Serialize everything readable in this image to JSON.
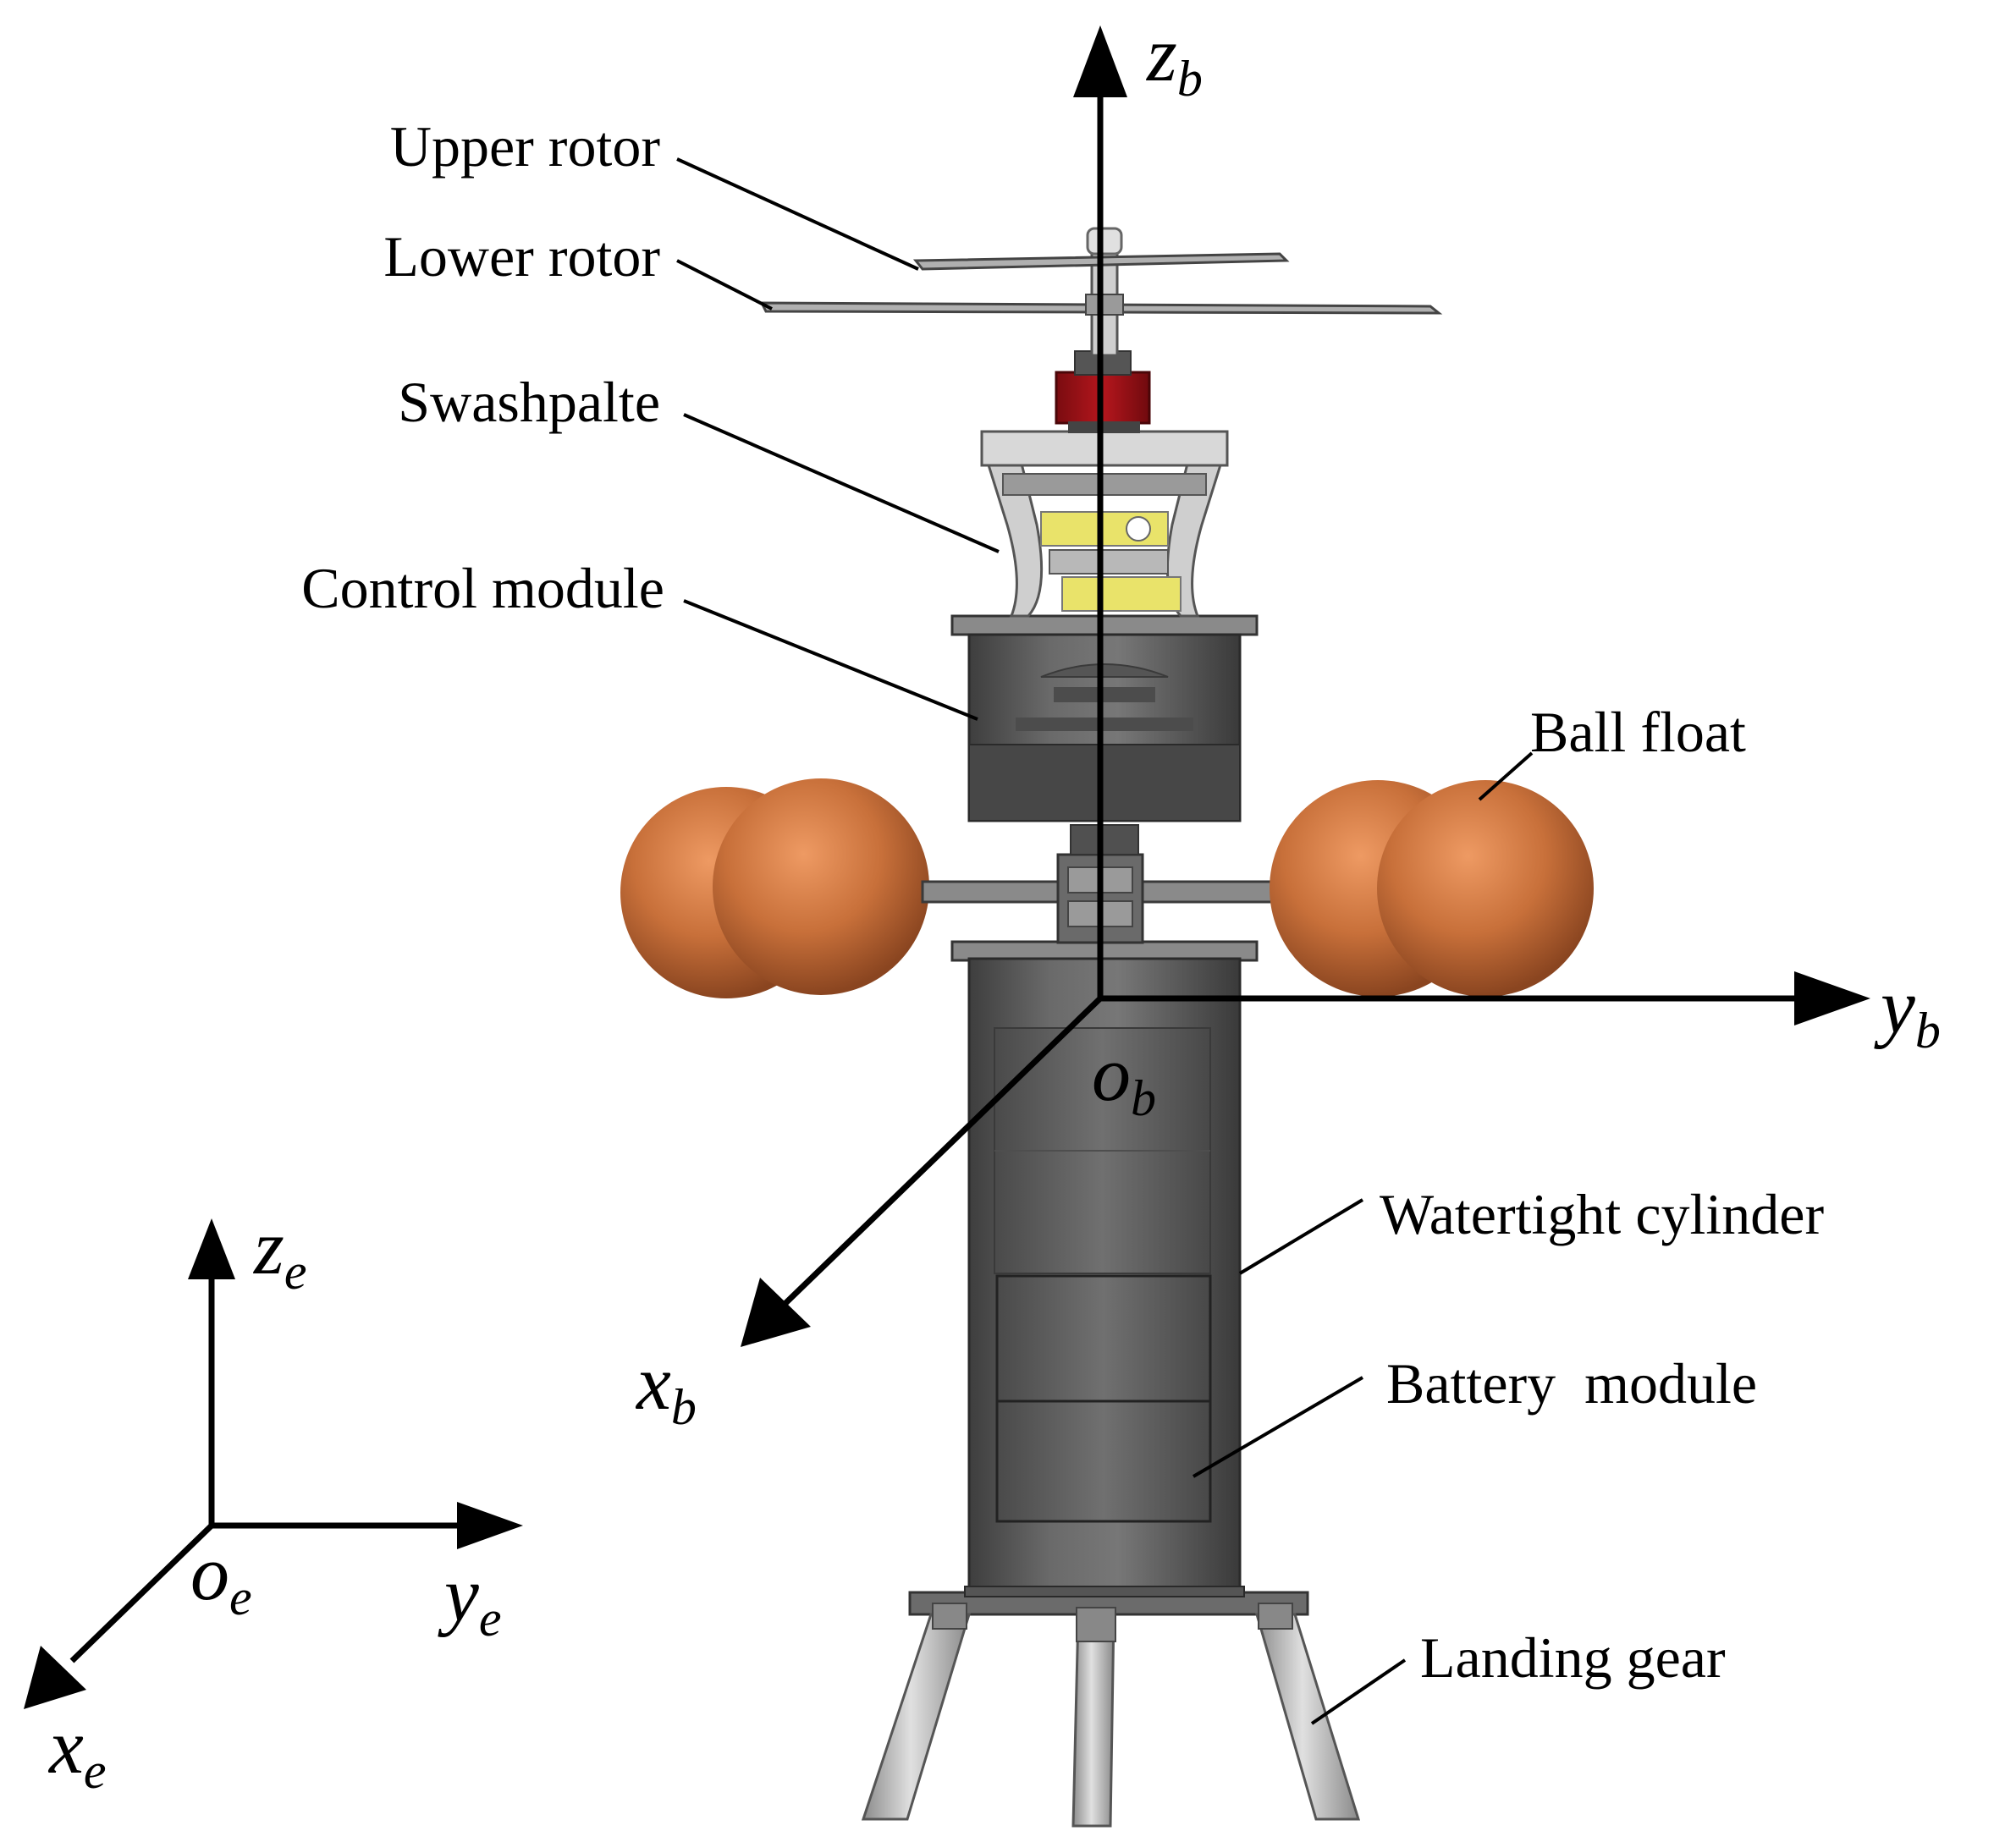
{
  "labels": {
    "upper_rotor": "Upper rotor",
    "lower_rotor": "Lower rotor",
    "swashplate": "Swashpalte",
    "control_module": "Control module",
    "ball_float": "Ball float",
    "watertight_cylinder": "Watertight cylinder",
    "battery_module": "Battery  module",
    "landing_gear": "Landing gear"
  },
  "body_frame": {
    "z_main": "z",
    "z_sub": "b",
    "y_main": "y",
    "y_sub": "b",
    "x_main": "x",
    "x_sub": "b",
    "o_main": "o",
    "o_sub": "b"
  },
  "earth_frame": {
    "z_main": "z",
    "z_sub": "e",
    "y_main": "y",
    "y_sub": "e",
    "x_main": "x",
    "x_sub": "e",
    "o_main": "o",
    "o_sub": "e"
  },
  "colors": {
    "float_orange": "#c8703a",
    "cylinder_gray": "#5a5a5a",
    "servo_yellow": "#e9e36a",
    "motor_red": "#a01218",
    "leg_silver": "#bdbdbd"
  }
}
